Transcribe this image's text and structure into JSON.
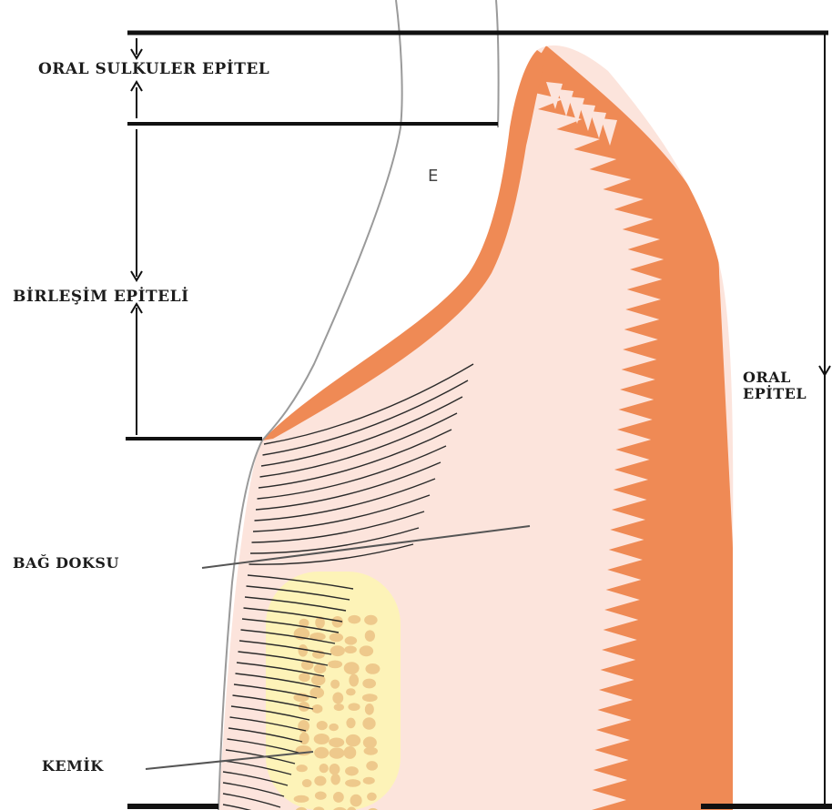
{
  "labels": {
    "oral_sulkuler_epitel": "ORAL SULKULER EPİTEL",
    "birlesim_epiteli": "BİRLEŞİM EPİTELİ",
    "oral_epitel_line1": "ORAL",
    "oral_epitel_line2": "EPİTEL",
    "bag_doksu": "BAĞ DOKSU",
    "kemik": "KEMİK",
    "enamel_marker": "E"
  },
  "colors": {
    "epithelium": "#ef8a55",
    "connective_tissue": "#fce4dc",
    "bone_outer": "#fdf3b8",
    "bone_inner": "#eec98c",
    "line": "#111111",
    "tooth_outline": "#9a9a9a",
    "fibers": "#2a2a2a"
  }
}
